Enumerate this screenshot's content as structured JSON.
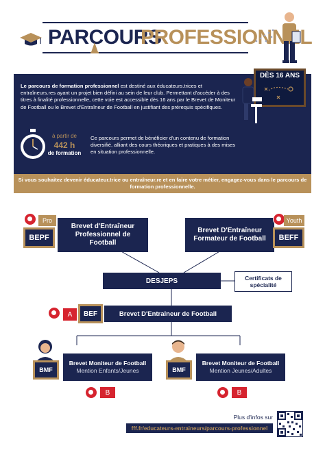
{
  "header": {
    "title_part1": "PARCOURS",
    "title_part2": "PROFESSIONNEL"
  },
  "intro": {
    "lead_bold": "Le parcours de formation professionnel",
    "lead_rest": " est destiné aux éducateurs.trices et entraîneurs.res ayant un projet bien défini au sein de leur club. Permettant d'accéder à des titres à finalité professionnelle, cette voie est accessible dès 16 ans par le Brevet de Moniteur de Football ou le Brevet d'Entraîneur de Football en justifiant des prérequis spécifiques.",
    "age_label": "DÈS 16 ANS",
    "timer_prefix": "à partir de",
    "timer_hours": "442 h",
    "timer_suffix": "de formation",
    "content_text": "Ce parcours permet de bénéficier d'un contenu de formation diversifié, alliant des cours théoriques et pratiques à des mises en situation professionnelle."
  },
  "banner": {
    "text": "Si vous souhaitez devenir éducateur.trice ou entraîneur.re et en faire votre métier, engagez-vous dans le parcours de formation professionnelle."
  },
  "flow": {
    "bepf": {
      "badge": "BEPF",
      "tag": "Pro",
      "title": "Brevet d'Entraîneur Professionnel de Football"
    },
    "beff": {
      "badge": "BEFF",
      "tag": "Youth",
      "title": "Brevet D'Entraîneur Formateur de Football"
    },
    "desjeps": {
      "title": "DESJEPS"
    },
    "certificats": {
      "title": "Certificats de spécialité"
    },
    "bef": {
      "badge": "BEF",
      "tag": "A",
      "title": "Brevet D'Entraîneur de Football"
    },
    "bmf_left": {
      "badge": "BMF",
      "tag": "B",
      "title": "Brevet Moniteur de Football",
      "subtitle": "Mention Enfants/Jeunes"
    },
    "bmf_right": {
      "badge": "BMF",
      "tag": "B",
      "title": "Brevet Moniteur de Football",
      "subtitle": "Mention Jeunes/Adultes"
    }
  },
  "footer": {
    "more_info": "Plus d'infos sur",
    "url": "fff.fr/educateurs-entraineurs/parcours-professionnel"
  },
  "colors": {
    "navy": "#1b2550",
    "gold": "#b8915a",
    "red": "#d6242f"
  }
}
